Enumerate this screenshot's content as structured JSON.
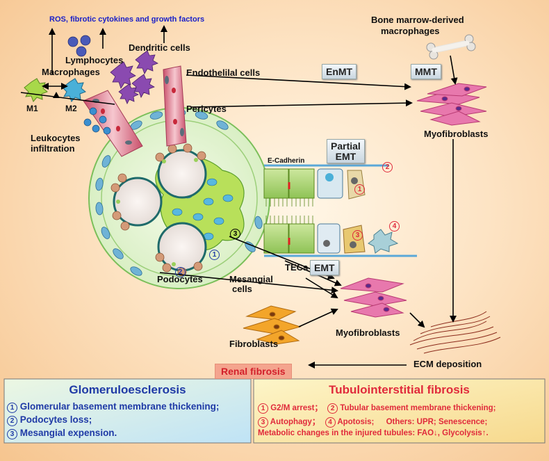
{
  "labels": {
    "ros": "ROS, fibrotic cytokines and growth factors",
    "lymphocytes": "Lymphocytes",
    "dendritic": "Dendritic cells",
    "macrophages": "Macrophages",
    "m1": "M1",
    "m2": "M2",
    "leukocytes_1": "Leukocytes",
    "leukocytes_2": "infiltration",
    "endothelial": "Endothelilal cells",
    "pericytes": "Pericytes",
    "bone_marrow_1": "Bone marrow-derived",
    "bone_marrow_2": "macrophages",
    "myofibroblasts_top": "Myofibroblasts",
    "ecadherin": "E-Cadherin",
    "podocytes": "Podocytes",
    "mesangial_1": "Mesangial",
    "mesangial_2": "cells",
    "tecs": "TECs",
    "fibroblasts": "Fibroblasts",
    "myofibroblasts_bottom": "Myofibroblasts",
    "ecm": "ECM deposition",
    "renal_fibrosis": "Renal fibrosis"
  },
  "boxes": {
    "enmt": "EnMT",
    "mmt": "MMT",
    "partial_1": "Partial",
    "partial_2": "EMT",
    "emt": "EMT"
  },
  "markers": {
    "n1": "1",
    "n2": "2",
    "n3": "3",
    "n4": "4"
  },
  "glomerulo": {
    "title": "Glomeruloesclerosis",
    "item1": "Glomerular basement membrane thickening;",
    "item2": "Podocytes loss;",
    "item3": "Mesangial expension."
  },
  "tubulo": {
    "title": "Tubulointerstitial fibrosis",
    "a1": "G2/M arrest；",
    "a2": "Tubular basement membrane thickening;",
    "b1": "Autophagy；",
    "b2": "Apotosis;",
    "b3": "Others: UPR; Senescence;",
    "line3": "Metabolic changes in the injured tubules: FAO↓, Glycolysis↑."
  },
  "colors": {
    "glom_title": "#1f3aa6",
    "tub_text": "#e02a3b",
    "myofibroblast": "#e0508f",
    "tubule_cell": "#7fc04a",
    "fibroblast": "#f0a020"
  }
}
